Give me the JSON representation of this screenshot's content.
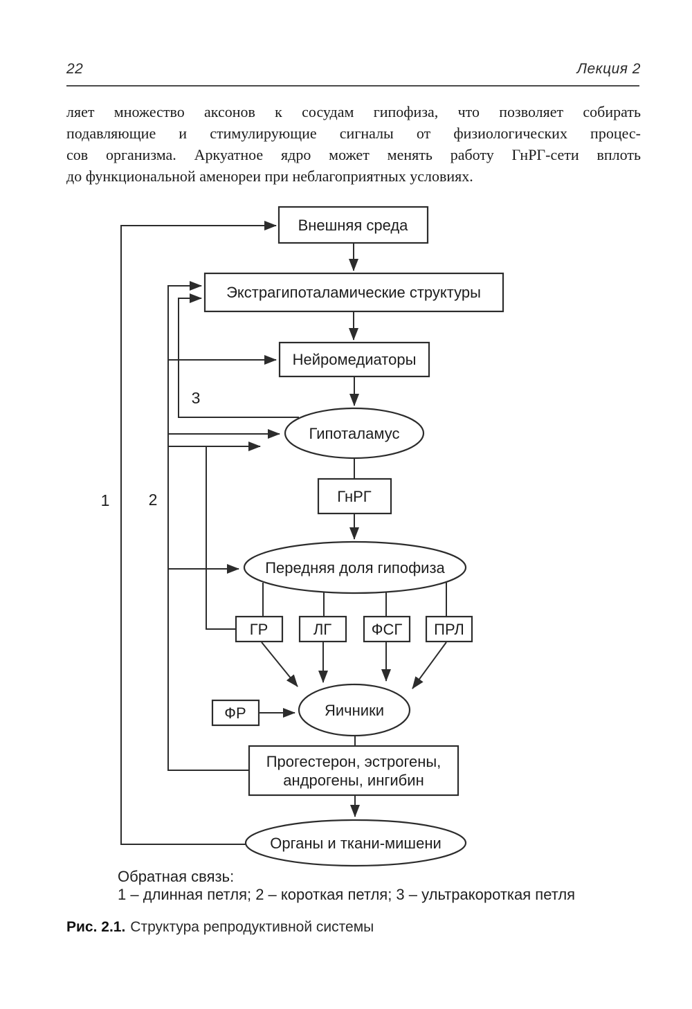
{
  "header": {
    "page_number": "22",
    "chapter": "Лекция 2"
  },
  "paragraph": {
    "lines": [
      "ляет множество аксонов к сосудам гипофиза, что позволяет собирать",
      "подавляющие и стимулирующие сигналы от физиологических процес-",
      "сов организма. Аркуатное ядро может менять работу ГнРГ-сети вплоть",
      "до функциональной аменореи при неблагоприятных условиях."
    ]
  },
  "diagram": {
    "nodes": {
      "external_env": "Внешняя среда",
      "extrahypothalamic": "Экстрагипоталамические структуры",
      "neurotransmitters": "Нейромедиаторы",
      "hypothalamus": "Гипоталамус",
      "gnrh": "ГнРГ",
      "anterior_pituitary": "Передняя доля гипофиза",
      "gr": "ГР",
      "lg": "ЛГ",
      "fsg": "ФСГ",
      "prl": "ПРЛ",
      "fr": "ФР",
      "ovaries": "Яичники",
      "hormones_line1": "Прогестерон, эстрогены,",
      "hormones_line2": "андрогены, ингибин",
      "target_organs": "Органы и ткани-мишени"
    },
    "loop_labels": {
      "loop1": "1",
      "loop2": "2",
      "loop3": "3"
    },
    "legend": {
      "title": "Обратная связь:",
      "items": "1 – длинная петля; 2 – короткая петля; 3 – ультракороткая петля"
    }
  },
  "caption": {
    "label": "Рис. 2.1.",
    "text": "Структура репродуктивной системы"
  },
  "colors": {
    "ink": "#1d1d1d",
    "line": "#2c2c2c",
    "background": "#ffffff"
  }
}
